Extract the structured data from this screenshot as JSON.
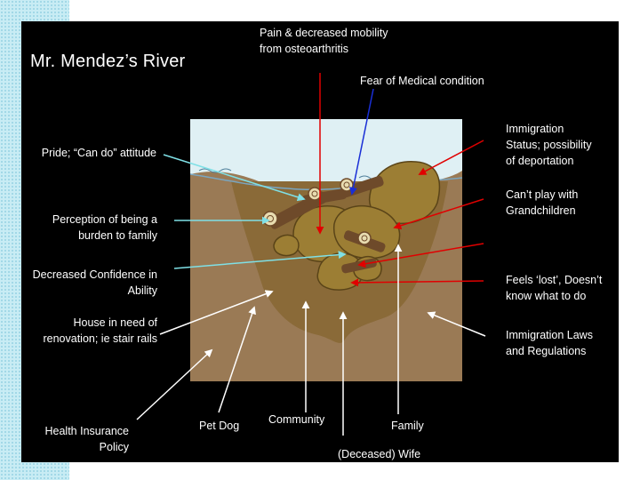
{
  "title": "Mr. Mendez’s River",
  "labels": {
    "pain": "Pain & decreased mobility\nfrom osteoarthritis",
    "fear": "Fear of Medical condition",
    "pride": "Pride; “Can do” attitude",
    "perception": "Perception of being a\nburden to family",
    "confidence": "Decreased Confidence in\nAbility",
    "house": "House in need of\nrenovation; ie stair rails",
    "health_insurance": "Health Insurance\nPolicy",
    "pet_dog": "Pet Dog",
    "community": "Community",
    "family": "Family",
    "wife": "(Deceased) Wife",
    "immigration_status": "Immigration\nStatus; possibility\nof deportation",
    "grandchildren": "Can’t play with\nGrandchildren",
    "lost": "Feels ‘lost’, Doesn’t\nknow what to do",
    "immigration_laws": "Immigration Laws\nand Regulations"
  },
  "colors": {
    "background": "#000000",
    "water": "#dff0f4",
    "riverbank": "#9a7a55",
    "riverbed": "#8a6a38",
    "rocks": "#9c7e34",
    "logs": "#6e4a2a",
    "red_arrow": "#e00000",
    "blue_arrow": "#1a2fd6",
    "cyan_arrow": "#7fe0e6",
    "white_arrow": "#ffffff"
  }
}
